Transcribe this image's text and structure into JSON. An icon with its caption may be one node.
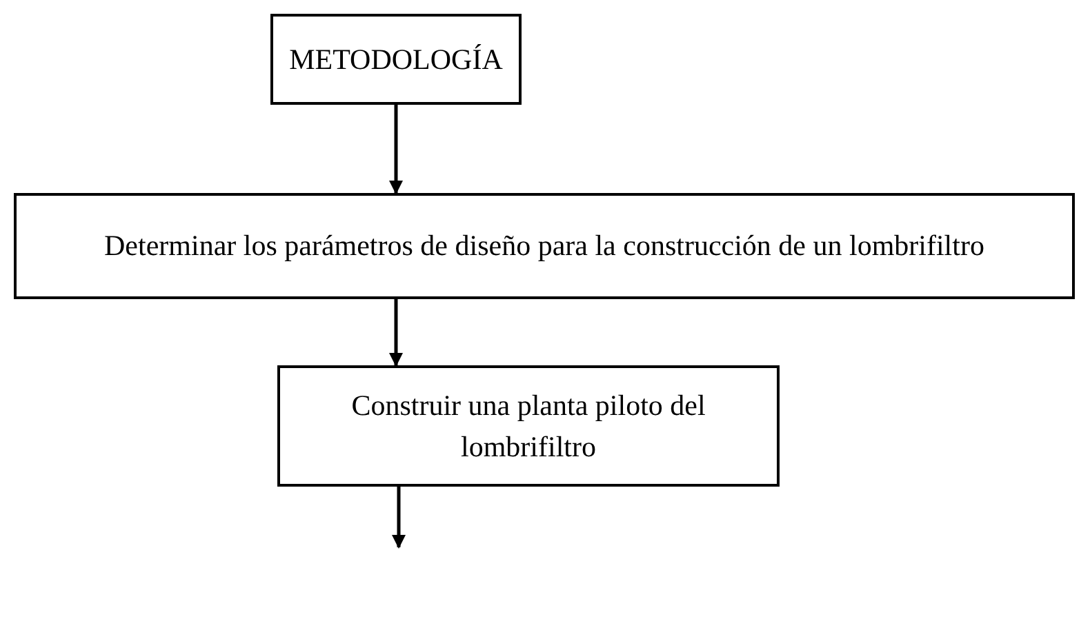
{
  "diagram": {
    "nodes": [
      {
        "text": [
          "METODOLOGÍA"
        ]
      },
      {
        "text": [
          "Determinar los parámetros de diseño para la construcción de un lombrifiltro"
        ]
      },
      {
        "text": [
          "Construir una planta piloto del lombrifiltro"
        ]
      }
    ],
    "edges": [
      {
        "from": 0,
        "to": 1,
        "arrow": "to"
      },
      {
        "from": 1,
        "to": 2,
        "arrow": "to"
      },
      {
        "from": 2,
        "to": null,
        "arrow": "to"
      }
    ]
  }
}
